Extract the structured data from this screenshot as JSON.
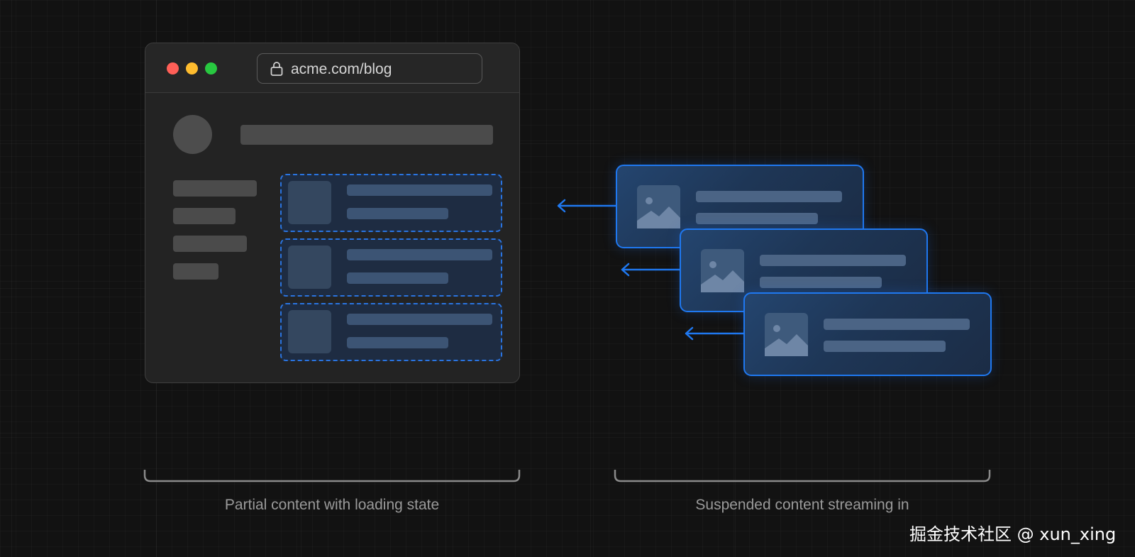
{
  "browser": {
    "url": "acme.com/blog",
    "lock_icon": "lock-icon"
  },
  "captions": {
    "left": "Partial content with loading state",
    "right": "Suspended content streaming in"
  },
  "watermark": "掘金技术社区 @ xun_xing",
  "colors": {
    "accent_blue": "#1f78f0",
    "traffic_red": "#ff5f57",
    "traffic_yellow": "#febc2e",
    "traffic_green": "#28c840"
  }
}
